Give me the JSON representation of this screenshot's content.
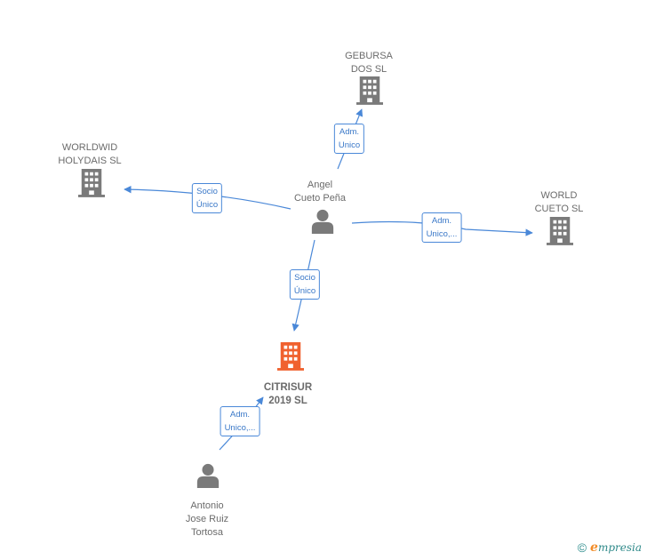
{
  "nodes": [
    {
      "id": "gebursa",
      "kind": "company",
      "label": "GEBURSA\nDOS  SL",
      "color": "#7a7a7a"
    },
    {
      "id": "worldwid",
      "kind": "company",
      "label": "WORLDWID\nHOLYDAIS  SL",
      "color": "#7a7a7a"
    },
    {
      "id": "angel",
      "kind": "person",
      "label": "Angel\nCueto Peña",
      "color": "#7a7a7a"
    },
    {
      "id": "world",
      "kind": "company",
      "label": "WORLD\nCUETO  SL",
      "color": "#7a7a7a"
    },
    {
      "id": "citrisur",
      "kind": "company-focus",
      "label": "CITRISUR\n2019  SL",
      "color": "#f0612f"
    },
    {
      "id": "antonio",
      "kind": "person",
      "label": "Antonio\nJose Ruiz\nTortosa",
      "color": "#7a7a7a"
    }
  ],
  "edges": [
    {
      "from": "angel",
      "to": "gebursa",
      "label": "Adm.\nUnico"
    },
    {
      "from": "angel",
      "to": "worldwid",
      "label": "Socio\nÚnico"
    },
    {
      "from": "angel",
      "to": "world",
      "label": "Adm.\nUnico,..."
    },
    {
      "from": "angel",
      "to": "citrisur",
      "label": "Socio\nÚnico"
    },
    {
      "from": "antonio",
      "to": "citrisur",
      "label": "Adm.\nUnico,..."
    }
  ],
  "edge_color": "#4a88d8",
  "footer": {
    "copyright": "©",
    "brand_initial": "e",
    "brand_rest": "mpresia"
  }
}
